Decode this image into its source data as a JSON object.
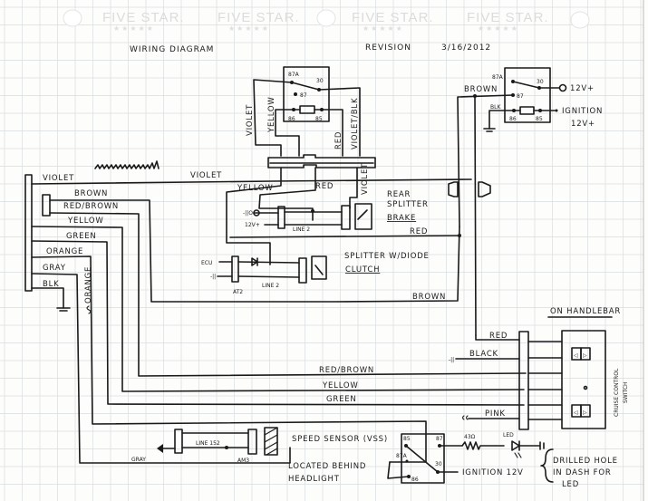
{
  "paper": {
    "brand_repeats": [
      "FIVE STAR.",
      "FIVE STAR.",
      "FIVE STAR.",
      "FIVE STAR."
    ],
    "stars": "★★★★★"
  },
  "header": {
    "title": "WIRING DIAGRAM",
    "revision_label": "REVISION",
    "revision_date": "3/16/2012"
  },
  "relay_top_center": {
    "pins": [
      "87A",
      "30",
      "87",
      "86",
      "85"
    ],
    "wires": {
      "left_vertical": "VIOLET",
      "yellow": "YELLOW",
      "red": "RED",
      "violet_blk": "VIOLET/BLK"
    }
  },
  "relay_top_right": {
    "pins": [
      "87A",
      "30",
      "87",
      "86",
      "85"
    ],
    "wire_in": "BROWN",
    "ground_wire": "BLK",
    "out_30": "12V+",
    "out_85_line1": "IGNITION",
    "out_85_line2": "12V+"
  },
  "harness_left": {
    "wires": [
      "VIOLET",
      "BROWN",
      "RED/BROWN",
      "YELLOW",
      "GREEN",
      "ORANGE",
      "GRAY",
      "BLK"
    ],
    "orange_vertical": "ORANGE"
  },
  "mid_labels": {
    "violet_right": "VIOLET",
    "yellow": "YELLOW",
    "red": "RED",
    "violet_vertical": "VIOLET",
    "red_long": "RED",
    "brown_long": "BROWN"
  },
  "brake_switch": {
    "title_line1": "REAR",
    "title_line2": "SPLITTER",
    "title_line3": "BRAKE",
    "in_ground": "-||O",
    "in_power": "12V+",
    "line_label": "LINE 2"
  },
  "clutch_switch": {
    "title_line1": "SPLITTER W/DIODE",
    "title_line2": "CLUTCH",
    "ecu": "ECU",
    "connector": "AT2",
    "line_label": "LINE 2"
  },
  "handlebar": {
    "title": "ON HANDLEBAR",
    "wires": [
      "RED",
      "BLACK",
      "RED/BROWN",
      "YELLOW",
      "GREEN",
      "PINK"
    ],
    "switch_label_line1": "CRUISE CONTROL",
    "switch_label_line2": "SWITCH"
  },
  "speed_sensor": {
    "gray": "GRAY",
    "line_label": "LINE 152",
    "connector": "AM3",
    "title": "SPEED SENSOR (VSS)",
    "location_line1": "LOCATED BEHIND",
    "location_line2": "HEADLIGHT"
  },
  "led_relay": {
    "pins": [
      "85",
      "87",
      "87A",
      "30",
      "86"
    ],
    "resistor": "43Ω",
    "led": "LED",
    "ignition": "IGNITION 12V",
    "note_line1": "DRILLED HOLE",
    "note_line2": "IN DASH FOR",
    "note_line3": "LED"
  }
}
